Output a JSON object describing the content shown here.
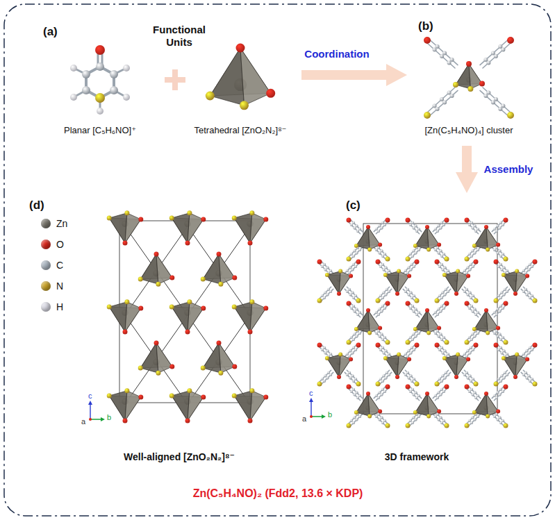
{
  "diagram": {
    "caption": "Zn(C₅H₄NO)₂ (Fdd2, 13.6 × KDP)",
    "nodes": [
      {
        "text": [
          "(a)",
          "Functional Units"
        ]
      },
      {
        "text": [
          "Planar [C₅H₆NO]⁺"
        ],
        "in": 0
      },
      {
        "text": [
          "Tetrahedral [ZnO₂N₂]⁸⁻"
        ],
        "in": 0
      },
      {
        "text": [
          "(b)",
          "[Zn(C₅H₄NO)₄] cluster"
        ]
      },
      {
        "text": [
          "(c)",
          "3D framework"
        ]
      },
      {
        "text": [
          "(d)",
          "Well-aligned [ZnO₂N₂]⁸⁻"
        ]
      }
    ],
    "edges": [
      {
        "from": 0,
        "to": 3,
        "arrow": "to",
        "label": "Coordination"
      },
      {
        "from": 3,
        "to": 4,
        "arrow": "to",
        "label": "Assembly"
      }
    ],
    "labels": [
      "c",
      "a",
      "b",
      "c",
      "a",
      "b"
    ],
    "legend": [
      {
        "text": "Zn",
        "color": "#77746a"
      },
      {
        "text": "O",
        "color": "#d9261c"
      },
      {
        "text": "C",
        "color": "#a9b4bf"
      },
      {
        "text": "N",
        "color": "#c9a227"
      },
      {
        "text": "H",
        "color": "#dcdce6"
      }
    ]
  }
}
